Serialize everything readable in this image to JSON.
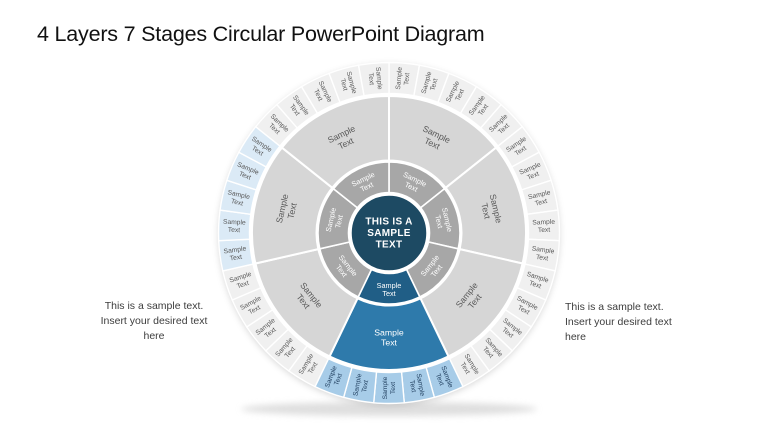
{
  "slide": {
    "title": "4 Layers 7 Stages Circular PowerPoint Diagram"
  },
  "diagram": {
    "center": {
      "label": "THIS IS A SAMPLE TEXT",
      "lines": [
        "THIS IS A",
        "SAMPLE",
        "TEXT"
      ],
      "color": "#1d4a63"
    },
    "stage_count": 7,
    "outer_segments_per_stage": 5,
    "segment_label": "Sample Text",
    "segment_label_lines": [
      "Sample",
      "Text"
    ],
    "stages": [
      {
        "style": "gray"
      },
      {
        "style": "gray"
      },
      {
        "style": "gray"
      },
      {
        "style": "highlight"
      },
      {
        "style": "gray"
      },
      {
        "style": "outer_tint"
      },
      {
        "style": "gray"
      }
    ],
    "palette": {
      "gray": {
        "ring1": "#a7a7a7",
        "ring2": "#d6d6d6",
        "ring3": "#f0f0f0",
        "ring1_text": "#ffffff",
        "ring2_text": "#595959",
        "ring3_text": "#595959"
      },
      "highlight": {
        "ring1": "#205e86",
        "ring2": "#2e7aab",
        "ring3": "#a7cce8",
        "ring1_text": "#ffffff",
        "ring2_text": "#ffffff",
        "ring3_text": "#1e3c5c"
      },
      "outer_tint": {
        "ring1": "#a7a7a7",
        "ring2": "#d6d6d6",
        "ring3": "#dbeaf6",
        "ring1_text": "#ffffff",
        "ring2_text": "#595959",
        "ring3_text": "#595959"
      }
    },
    "separator_color": "#ffffff",
    "shadow_color": "#d9d9d9"
  },
  "notes": {
    "left": "This is a sample text. Insert your desired text here",
    "right": "This is a sample text. Insert your desired text here"
  }
}
